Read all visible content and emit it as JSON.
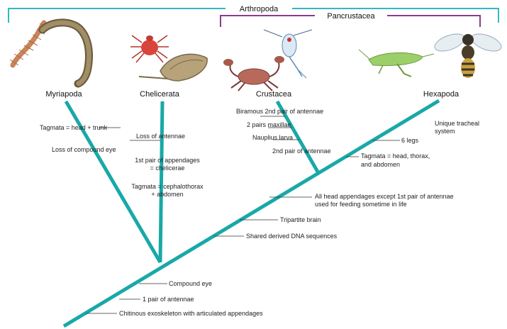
{
  "groups": {
    "arthropoda": "Arthropoda",
    "pancrustacea": "Pancrustacea"
  },
  "taxa": {
    "myriapoda": "Myriapoda",
    "chelicerata": "Chelicerata",
    "crustacea": "Crustacea",
    "hexapoda": "Hexapoda"
  },
  "characters": {
    "c1": "Tagmata = head + trunk",
    "c2": "Loss of compound eye",
    "c3": "Loss of antennae",
    "c4a": "1st pair of appendages",
    "c4b": "= chelicerae",
    "c5a": "Tagmata = cephalothorax",
    "c5b": "+ abdomen",
    "c6": "Biramous 2nd pair of antennae",
    "c7": "2 pairs maxillae",
    "c8": "Nauplius larva",
    "c9": "2nd pair of antennae",
    "c10a": "Unique tracheal",
    "c10b": "system",
    "c11": "6 legs",
    "c12a": "Tagmata = head, thorax,",
    "c12b": "and abdomen",
    "c13a": "All head appendages except 1st pair of antennae",
    "c13b": "used for feeding sometime in life",
    "c14": "Tripartite brain",
    "c15": "Shared derived DNA sequences",
    "c16": "Compound eye",
    "c17": "1 pair of antennae",
    "c18": "Chitinous exoskeleton with articulated appendages"
  },
  "colors": {
    "branch": "#19a8a8",
    "arthropoda_bracket": "#35b7c3",
    "pancrustacea_bracket": "#8e3a8c",
    "tick": "#333333"
  },
  "icons": [
    "centipede-icon",
    "millipede-icon",
    "mite-icon",
    "horseshoe-crab-icon",
    "crab-icon",
    "copepod-icon",
    "grasshopper-icon",
    "bee-icon"
  ]
}
